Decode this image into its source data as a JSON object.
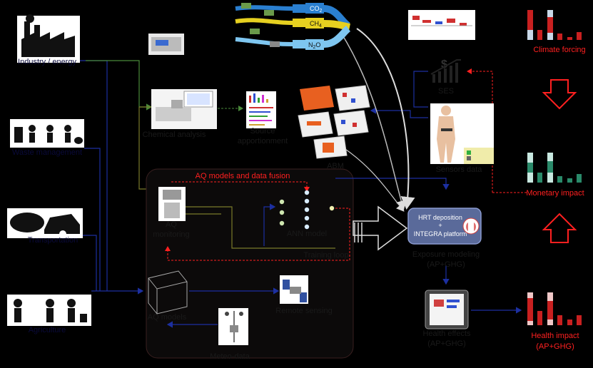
{
  "sources": {
    "industry": "Industry / energy",
    "waste": "Waste management",
    "transport": "Transportation",
    "agriculture": "Agriculture"
  },
  "gases": {
    "co2": "CO",
    "co2_sub": "2",
    "ch4": "CH",
    "ch4_sub": "4",
    "n2o": "N",
    "n2o_sub": "2",
    "n2o_tail": "O"
  },
  "nodes": {
    "chemical_analysis": "Chemical analysis",
    "source_app_1": "Source",
    "source_app_2": "apportionment",
    "ses": "SES",
    "abm": "ABM",
    "sensors_data": "Sensors data",
    "aq_fusion": "AQ models and data fusion",
    "aq_mon_1": "AQ",
    "aq_mon_2": "monitoring",
    "ann_model": "ANN model",
    "training_loop": "Training loop",
    "hrt_line1": "HRT deposition",
    "hrt_line2": "+",
    "hrt_line3": "INTEGRA platform",
    "exposure_1": "Exposure modeling",
    "exposure_2": "(AP+GHG)",
    "aq_models": "AQ models",
    "remote_sensing": "Remote sensing",
    "meteo": "Meteo-data",
    "health_effects_1": "Health effects",
    "health_effects_2": "(AP+GHG)"
  },
  "outcomes": {
    "climate": "Climate forcing",
    "monetary": "Monetary impact",
    "health_1": "Health impact",
    "health_2": "(AP+GHG)"
  },
  "colors": {
    "background": "#000000",
    "arrow_red": "#ff2020",
    "line_blue": "#1c2fa0",
    "line_olive": "#7a7a2a",
    "line_green": "#4a8a3a",
    "gas_blue": "#2a7fd0",
    "gas_yellow": "#e6d020",
    "gas_lightblue": "#7ec6f0",
    "platform_fill": "#5a6a9a"
  }
}
